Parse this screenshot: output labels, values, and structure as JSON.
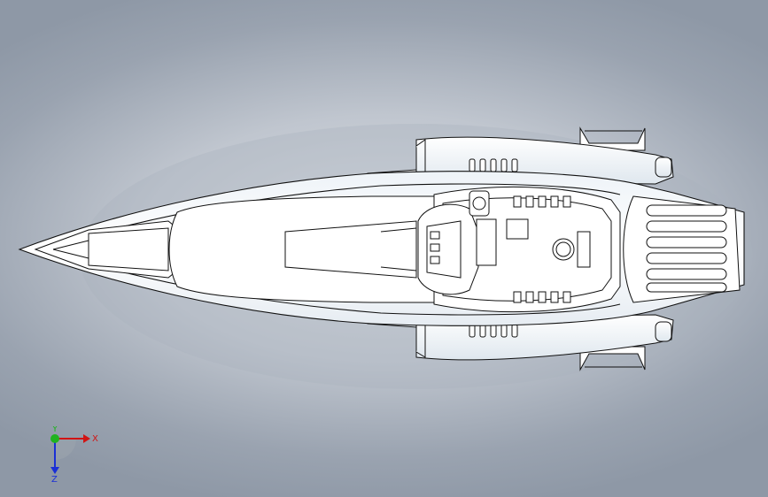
{
  "viewport": {
    "background_center": "#d9dde3",
    "background_edge": "#8e98a6"
  },
  "model": {
    "hull_color": "#ffffff",
    "line_color": "#111111",
    "shadow_color": "#9aa6b6"
  },
  "triad": {
    "x_label": "X",
    "y_label": "Y",
    "z_label": "Z",
    "x_color": "#d11414",
    "y_color": "#1fb31f",
    "z_color": "#1a2fd6"
  }
}
